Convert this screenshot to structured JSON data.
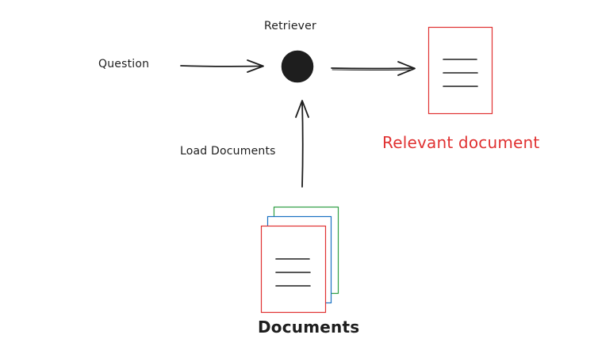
{
  "labels": {
    "retriever": "Retriever",
    "question": "Question",
    "load_documents": "Load Documents",
    "relevant_document": "Relevant document",
    "documents": "Documents"
  },
  "colors": {
    "ink": "#1e1e1e",
    "red": "#e03131",
    "green": "#2f9e44",
    "blue": "#1971c2"
  }
}
